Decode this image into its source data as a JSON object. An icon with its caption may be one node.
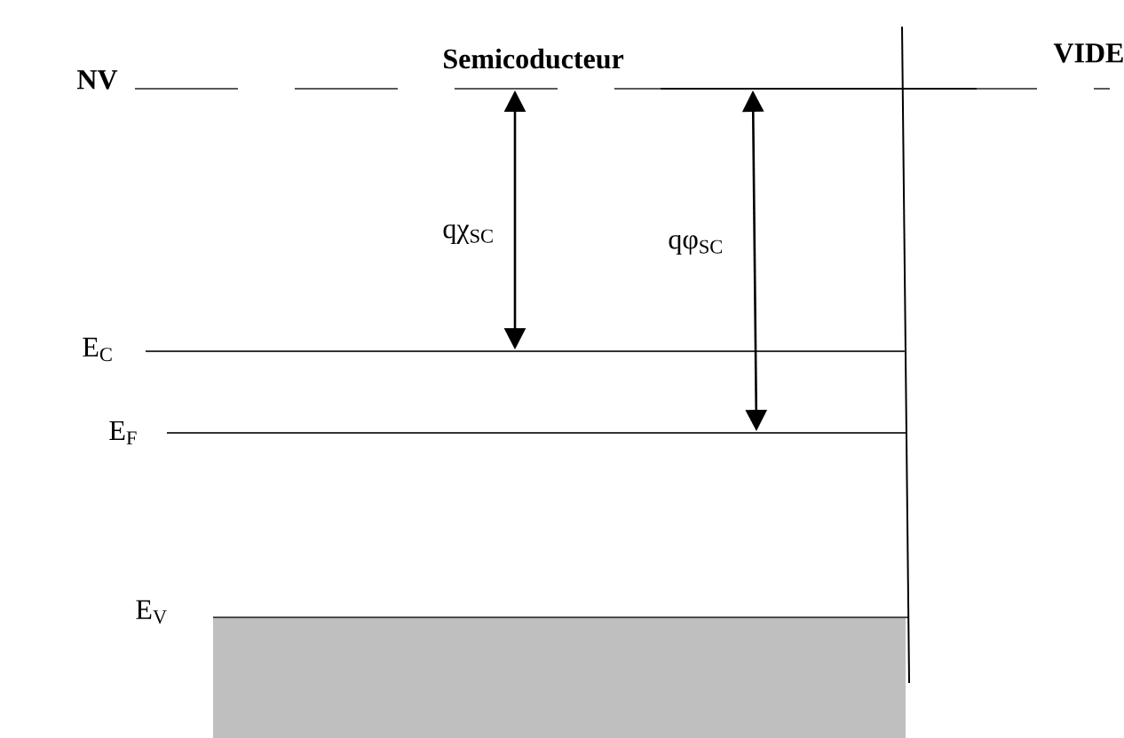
{
  "diagram": {
    "labels": [
      "NV",
      "Semicoducteur",
      "VIDE",
      "qχ$_{SC}$",
      "qφ$_{SC}$",
      "E$_{C}$",
      "E$_{F}$",
      "E$_{V}$"
    ]
  }
}
